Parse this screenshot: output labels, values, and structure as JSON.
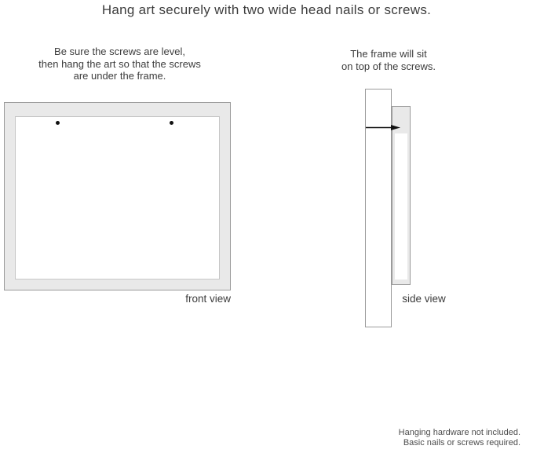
{
  "title": "Hang art securely with two wide head nails or screws.",
  "front_section": {
    "instruction_lines": [
      "Be sure the screws are level,",
      "then hang the art so that the screws",
      "are under the frame."
    ],
    "label": "front view"
  },
  "side_section": {
    "instruction_lines": [
      "The frame will sit",
      "on top of the screws."
    ],
    "label": "side view"
  },
  "footer_lines": [
    "Hanging hardware not included.",
    "Basic nails or screws required."
  ],
  "colors": {
    "frame_fill": "#e9e9e9",
    "outline": "#9b9b9b",
    "text": "#3c3c3c",
    "nail": "#111111"
  }
}
